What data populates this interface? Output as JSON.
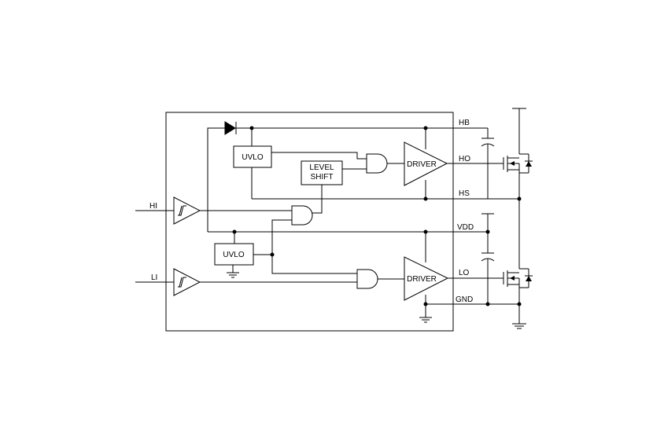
{
  "pins": {
    "hb": "HB",
    "ho": "HO",
    "hs": "HS",
    "vdd": "VDD",
    "lo": "LO",
    "gnd": "GND",
    "hi": "HI",
    "li": "LI"
  },
  "blocks": {
    "uvlo_high": "UVLO",
    "uvlo_low": "UVLO",
    "level_shift_line1": "LEVEL",
    "level_shift_line2": "SHIFT",
    "driver_high": "DRIVER",
    "driver_low": "DRIVER"
  }
}
